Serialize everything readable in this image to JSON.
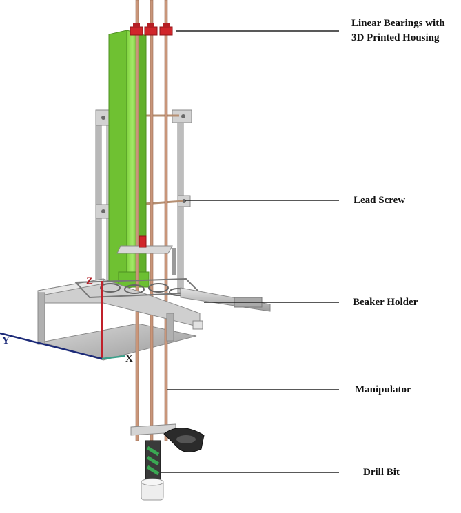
{
  "labels": {
    "linear_bearings_line1": "Linear Bearings with",
    "linear_bearings_line2": "3D Printed Housing",
    "lead_screw": "Lead Screw",
    "beaker_holder": "Beaker Holder",
    "manipulator": "Manipulator",
    "drill_bit": "Drill Bit"
  },
  "axes": {
    "z": "Z",
    "y": "Y",
    "x": "X"
  },
  "colors": {
    "column_green": "#8edc4a",
    "column_green_dark": "#5fae2a",
    "rod_copper": "#c9967a",
    "bearing_red": "#d0262b",
    "frame_gray": "#bcbcbc",
    "z_axis": "#c0202a",
    "y_axis": "#1c2a78",
    "x_axis": "#3aa08a"
  }
}
